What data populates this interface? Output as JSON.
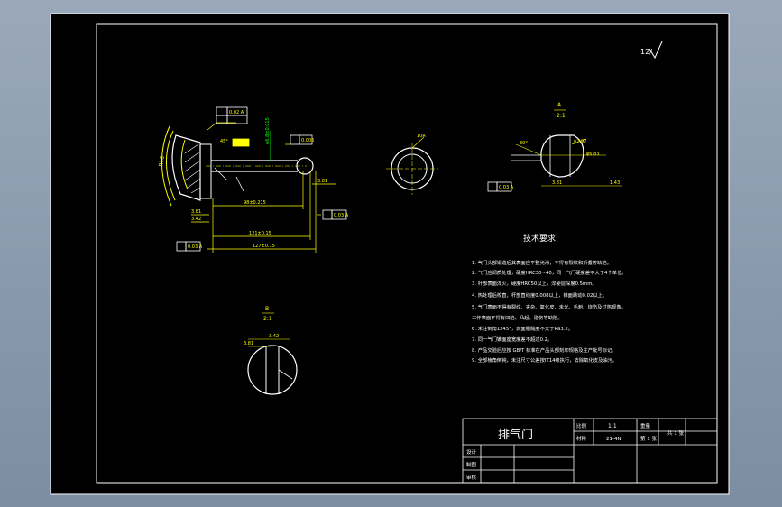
{
  "colors": {
    "sheet": "#000000",
    "border": "#ffffff",
    "dimension": "#ffff00",
    "geometry": "#ffffff",
    "annotation": "#00ff00",
    "viewport": "#8a9aae"
  },
  "roughness_note": "12/",
  "section_labels": {
    "b_top": "B",
    "b_bottom": "2:1",
    "a_top": "A",
    "a_bottom": "2:1"
  },
  "valve_dims": {
    "tol_top": "0.02 A",
    "tol_mid": "0.006",
    "tol_right": "0.03 A",
    "tol_left": "0.03 A",
    "len1": "98±0.215",
    "len2": "121±0.15",
    "len3": "127±0.15",
    "d1": "3.81",
    "d2": "3.42",
    "d_right": "3.81",
    "rad_side": "R16",
    "green_note": "φ6.8±0.015",
    "angle": "45°"
  },
  "circle_label": "10R",
  "detail_a": {
    "angle": "30°",
    "dia": "φ7.97",
    "dia_right": "φ6.83",
    "d_left": "3.81",
    "d_right": "1.43",
    "tol": "0.03 A"
  },
  "detail_b": {
    "d1": "3.42",
    "d2": "3.81"
  },
  "tech": {
    "title": "技术要求",
    "items": [
      "1. 气门头部锻造后其表面应平整光滑，不得有裂纹和折叠等缺陷。",
      "2. 气门应调质处理，硬度HRC30~40，同一气门硬度差不大于4个单位。",
      "3. 杆部表面淬火，硬度HRC50以上，淬硬层深度0.5mm。",
      "4. 热处理后校直，杆部直线度0.008以上，锥面跳动0.02以上。",
      "5. 气门表面不得有裂纹、夹杂、氧化皮、未光、毛刺、烧伤及过热现象，",
      "   工作表面不得有凹陷、凸起、碰伤等缺陷。",
      "6. 未注倒角1x45°，表面粗糙度不大于Ra3.2。",
      "7. 同一气门锥面座宽度差不超过0.2。",
      "8. 产品交验后应按 GB/T 标准在产品头部刻印规格及生产批号标记。",
      "9. 全部棱角倒钝，未注尺寸公差按IT14级执行，去除氧化皮及油污。"
    ]
  },
  "title_block": {
    "name": "排气门",
    "scale_label": "比例",
    "scale_value": "1:1",
    "material_label": "材料",
    "material_value": "21-4N",
    "weight_label": "重量",
    "sheet_label": "第 1 张",
    "total_label": "共 1 张",
    "design_label": "设计",
    "draw_label": "制图",
    "review_label": "审核"
  }
}
